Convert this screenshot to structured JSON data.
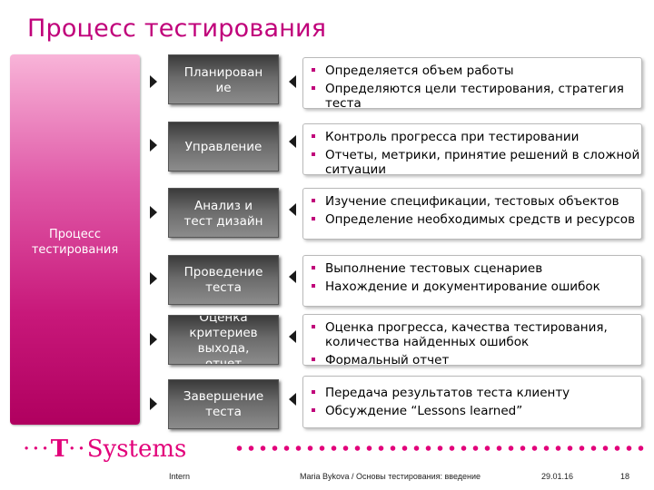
{
  "title": "Процесс тестирования",
  "main_label": "Процесс тестирования",
  "steps": [
    {
      "label": "Планирование",
      "lines": [
        "Планирован",
        "ие"
      ],
      "bullets": [
        "Определяется объем работы",
        "Определяются цели тестирования, стратегия теста"
      ]
    },
    {
      "label": "Управление",
      "lines": [
        "Управление"
      ],
      "bullets": [
        "Контроль прогресса при тестировании",
        "Отчеты, метрики, принятие решений в сложной ситуации"
      ]
    },
    {
      "label": "Анализ и тест дизайн",
      "lines": [
        "Анализ и",
        "тест дизайн"
      ],
      "bullets": [
        "Изучение спецификации, тестовых объектов",
        "Определение необходимых средств и ресурсов"
      ]
    },
    {
      "label": "Проведение теста",
      "lines": [
        "Проведение",
        "теста"
      ],
      "bullets": [
        "Выполнение тестовых сценариев",
        "Нахождение и документирование ошибок"
      ]
    },
    {
      "label": "Оценка критериев выхода, отчет",
      "lines": [
        "Оценка",
        "критериев",
        "выхода,",
        "отчет"
      ],
      "bullets": [
        "Оценка прогресса, качества тестирования, количества найденных ошибок",
        "Формальный отчет"
      ]
    },
    {
      "label": "Завершение теста",
      "lines": [
        "Завершение",
        "теста"
      ],
      "bullets": [
        "Передача результатов теста клиенту",
        "Обсуждение “Lessons learned”"
      ]
    }
  ],
  "logo": "T · · Systems·",
  "footer": {
    "classification": "Intern",
    "author_topic": "Maria Bykova / Основы тестирования: введение",
    "date": "29.01.16",
    "page": "18"
  },
  "colors": {
    "accent": "#c0007a",
    "magenta": "#e2007a",
    "step_dark": "#3a3a3a"
  }
}
